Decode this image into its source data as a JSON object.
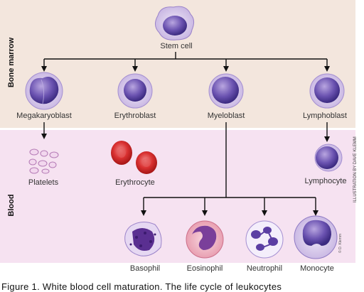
{
  "sections": {
    "marrow": "Bone marrow",
    "blood": "Blood"
  },
  "cells": {
    "stem": "Stem cell",
    "megakaryoblast": "Megakaryoblast",
    "erythroblast": "Erythroblast",
    "myeloblast": "Myeloblast",
    "lymphoblast": "Lymphoblast",
    "platelets": "Platelets",
    "erythrocyte": "Erythrocyte",
    "lymphocyte": "Lymphocyte",
    "basophil": "Basophil",
    "eosinophil": "Eosinophil",
    "neutrophil": "Neutrophil",
    "monocyte": "Monocyte"
  },
  "credit": "ILLUSTRATION BY DAVE KLEMM",
  "caption": "Figure 1. White blood cell maturation. The life cycle of leukocytes"
}
